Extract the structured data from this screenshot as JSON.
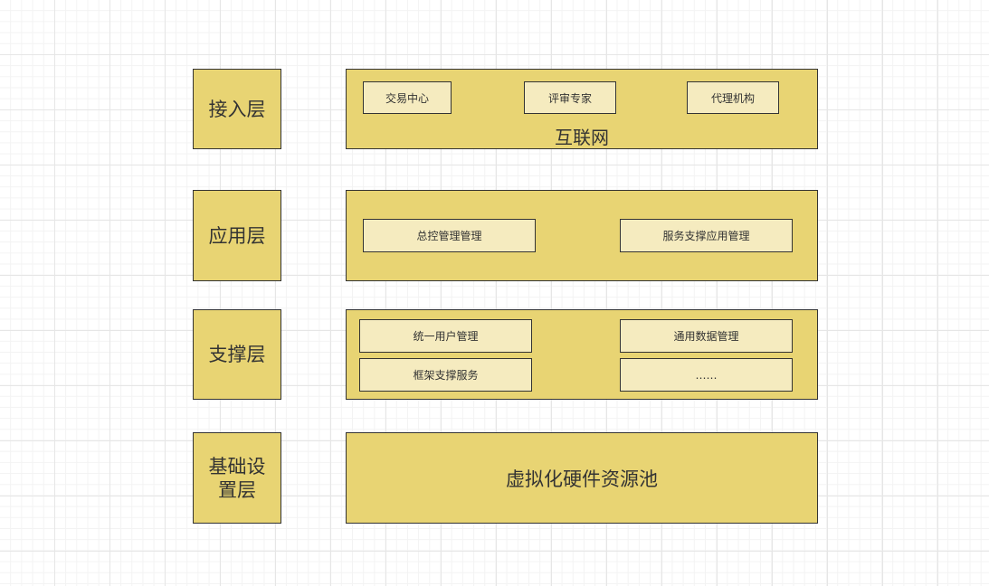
{
  "colors": {
    "box_fill": "#e8d473",
    "inner_fill": "#f5ebbf",
    "border": "#333333",
    "text": "#333333"
  },
  "layers": {
    "access": {
      "label": "接入层",
      "caption": "互联网",
      "items": [
        "交易中心",
        "评审专家",
        "代理机构"
      ]
    },
    "application": {
      "label": "应用层",
      "items": [
        "总控管理管理",
        "服务支撑应用管理"
      ]
    },
    "support": {
      "label": "支撑层",
      "items": [
        "统一用户管理",
        "通用数据管理",
        "框架支撑服务",
        "……"
      ]
    },
    "infrastructure": {
      "label": "基础设置层",
      "caption": "虚拟化硬件资源池"
    }
  }
}
